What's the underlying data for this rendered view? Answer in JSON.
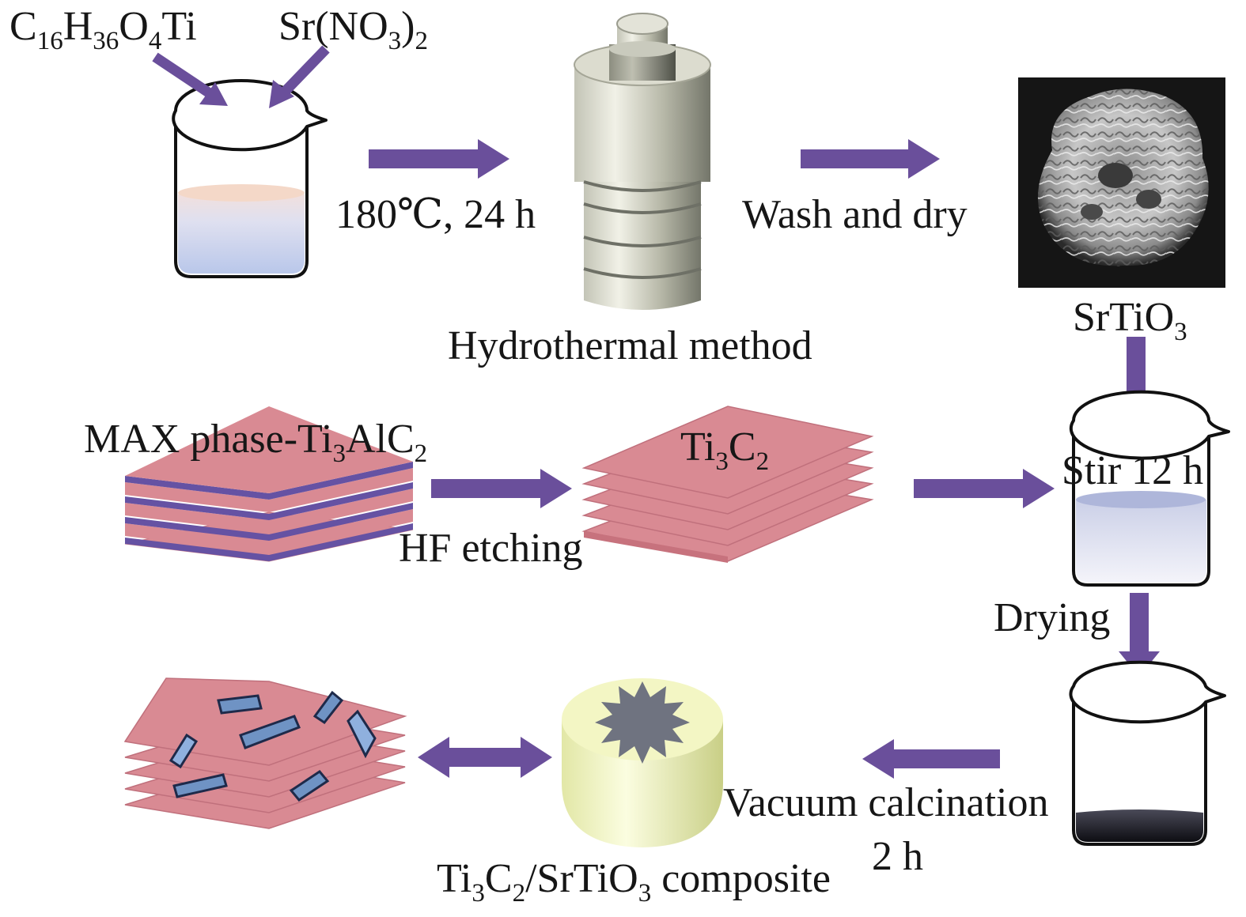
{
  "reagents": {
    "titanium_precursor": {
      "main": "C",
      "s1": "16",
      "m2": "H",
      "s2": "36",
      "m3": "O",
      "s3": "4",
      "m4": "Ti"
    },
    "strontium_precursor": {
      "main": "Sr(NO",
      "s1": "3",
      "m2": ")",
      "s2": "2"
    }
  },
  "steps": {
    "hydrothermal_condition": "180℃, 24 h",
    "hydrothermal_label": "Hydrothermal method",
    "wash_dry": "Wash and dry",
    "srtio3_product": {
      "main": "SrTiO",
      "s1": "3"
    },
    "max_phase": {
      "main": "MAX phase-Ti",
      "s1": "3",
      "m2": "AlC",
      "s2": "2"
    },
    "hf_etching": "HF etching",
    "ti3c2_layers": {
      "main": "Ti",
      "s1": "3",
      "m2": "C",
      "s2": "2"
    },
    "stir": "Stir 12 h",
    "drying": "Drying",
    "vacuum_calcination": "Vacuum calcination",
    "calcination_time": "2 h",
    "composite": {
      "main": "Ti",
      "s1": "3",
      "m2": "C",
      "s2": "2",
      "m3": "/SrTiO",
      "s3": "3",
      "m4": " composite"
    }
  },
  "colors": {
    "arrow": "#6a4f9b",
    "layer_pink": "#d98a93",
    "layer_purple": "#6552a3",
    "crystal_blue": "#6f93c4",
    "crucible": "#f2f5c0",
    "sem_bg": "#151515"
  }
}
